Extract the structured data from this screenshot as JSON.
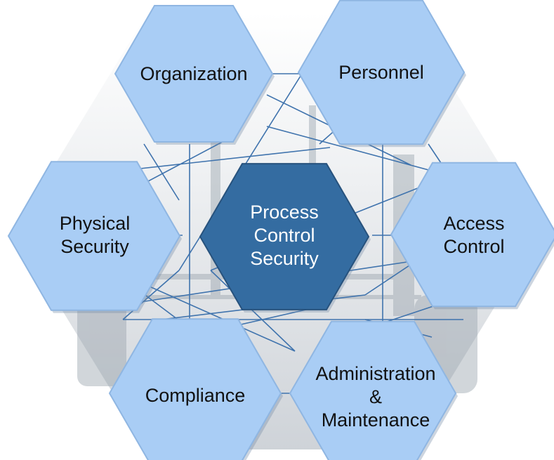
{
  "diagram": {
    "center": {
      "label": "Process\nControl\nSecurity",
      "fill": "#346ca1",
      "stroke": "#27527d"
    },
    "outer": [
      {
        "id": "organization",
        "label": "Organization"
      },
      {
        "id": "personnel",
        "label": "Personnel"
      },
      {
        "id": "physical-security",
        "label": "Physical\nSecurity"
      },
      {
        "id": "access-control",
        "label": "Access\nControl"
      },
      {
        "id": "compliance",
        "label": "Compliance"
      },
      {
        "id": "administration-maintenance",
        "label": "Administration\n&\nMaintenance"
      }
    ],
    "colors": {
      "outer_fill": "#a9cdf5",
      "outer_stroke": "#8fb6e2",
      "connector": "#3f73ad",
      "background_tint": "#d9dee4"
    }
  }
}
